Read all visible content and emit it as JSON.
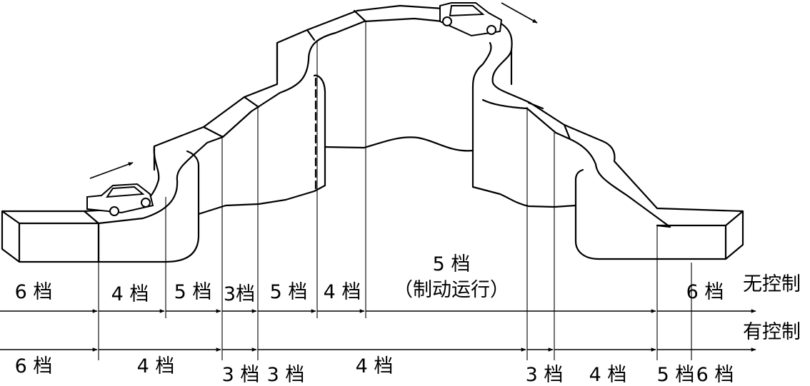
{
  "rows": {
    "top_label": "无控制",
    "bottom_label": "有控制"
  },
  "top_segments": [
    {
      "text": "6 档"
    },
    {
      "text": "4 档"
    },
    {
      "text": "5 档"
    },
    {
      "text": "3档"
    },
    {
      "text": "5 档"
    },
    {
      "text": "4 档"
    },
    {
      "text": "5 档",
      "note": "（制动运行）"
    },
    {
      "text": "6 档"
    }
  ],
  "bottom_segments": [
    {
      "text": "6 档"
    },
    {
      "text": "4 档"
    },
    {
      "text": "3 档"
    },
    {
      "text": "3 档"
    },
    {
      "text": "4 档"
    },
    {
      "text": "3 档"
    },
    {
      "text": "4 档"
    },
    {
      "text": "5 档"
    },
    {
      "text": "6 档"
    }
  ],
  "colors": {
    "ink": "#000000",
    "background": "#ffffff"
  },
  "icons": [
    "car-icon",
    "direction-arrow-icon"
  ]
}
